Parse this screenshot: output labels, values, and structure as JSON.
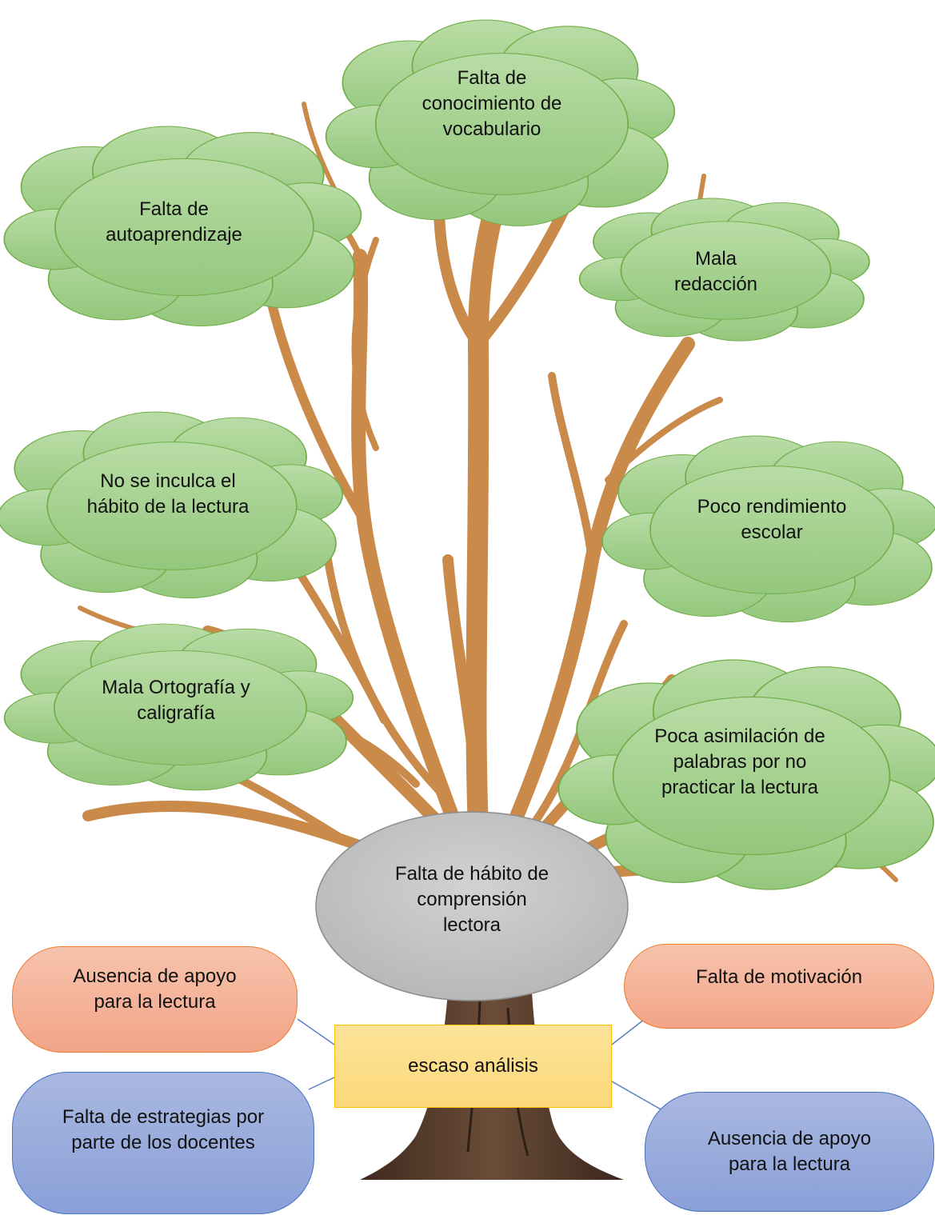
{
  "clouds": {
    "vocabulario": "Falta de\nconocimiento de\nvocabulario",
    "autoaprendizaje": "Falta de\nautoaprendizaje",
    "redaccion": "Mala\nredacción",
    "habito_lectura": "No se inculca el\nhábito de la lectura",
    "rendimiento": "Poco rendimiento\nescolar",
    "ortografia": "Mala Ortografía y\ncaligrafía",
    "asimilacion": "Poca asimilación de\npalabras por no\npracticar la lectura"
  },
  "problem": "Falta de hábito de\ncomprensión\nlectora",
  "core": "escaso análisis",
  "causes": {
    "top_left": "Ausencia de apoyo\npara la lectura",
    "top_right": "Falta de motivación",
    "bottom_left": "Falta de estrategias por\nparte de los docentes",
    "bottom_right": "Ausencia de apoyo\npara la lectura"
  },
  "colors": {
    "cloud_fill": "#9fcd8a",
    "cloud_stroke": "#70ad47",
    "branch": "#c98a4a",
    "trunk": "#5a4030",
    "ellipse": "#c4c4c4",
    "orange": "#f4b183",
    "blue": "#8faadc",
    "yellow": "#fdd97e"
  }
}
